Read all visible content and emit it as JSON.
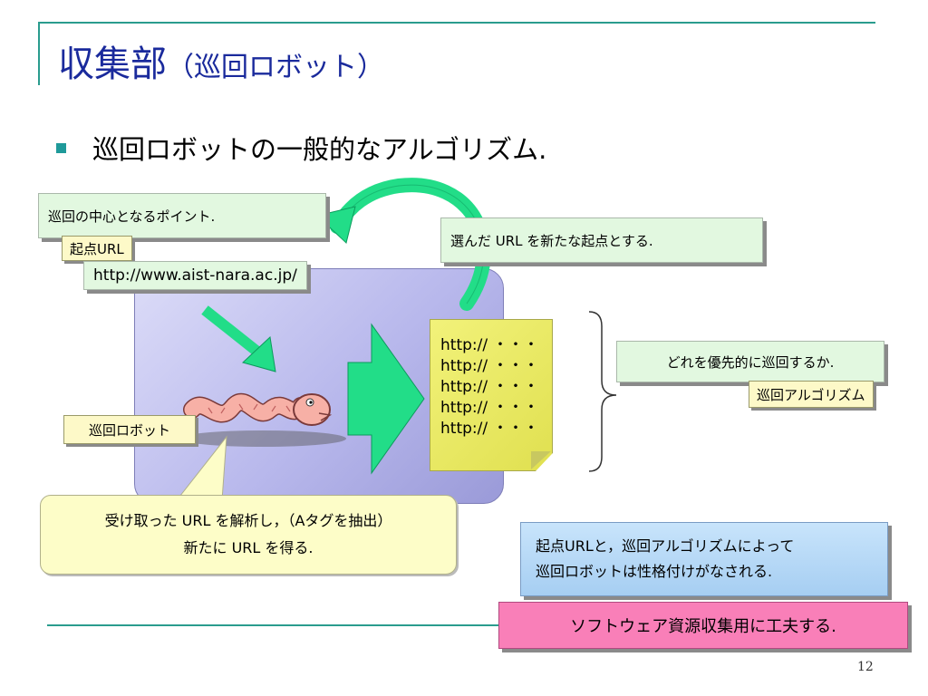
{
  "title": {
    "main": "収集部",
    "sub": "（巡回ロボット）"
  },
  "bullet": "巡回ロボットの一般的なアルゴリズム.",
  "labels": {
    "center_point": "巡回の中心となるポイント.",
    "start_url": "起点URL",
    "url": "http://www.aist-nara.ac.jp/",
    "new_start": "選んだ URL を新たな起点とする.",
    "robot": "巡回ロボット",
    "priority": "どれを優先的に巡回するか.",
    "algorithm": "巡回アルゴリズム",
    "parse_line1": "受け取った URL を解析し，（Aタグを抽出）",
    "parse_line2": "新たに URL を得る.",
    "summary_line1": "起点URLと，巡回アルゴリズムによって",
    "summary_line2": "巡回ロボットは性格付けがなされる.",
    "conclusion": "ソフトウェア資源収集用に工夫する."
  },
  "url_list": [
    "http:// ・・・",
    "http:// ・・・",
    "http:// ・・・",
    "http:// ・・・",
    "http:// ・・・"
  ],
  "page_number": "12",
  "colors": {
    "title": "#1a2a9c",
    "rule": "#2a9c8e",
    "arrow_green": "#22dd88",
    "panel": "#b8b8ec"
  }
}
